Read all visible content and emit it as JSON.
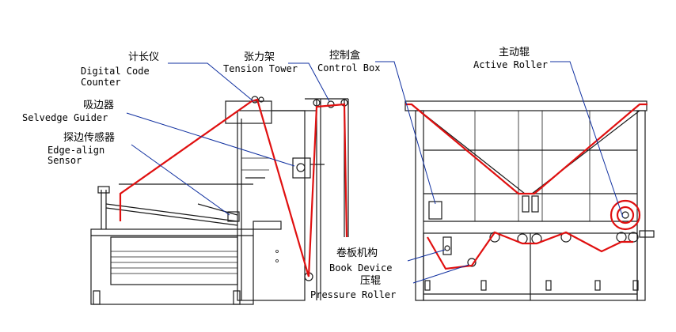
{
  "labels": {
    "digital_code_counter": {
      "zh": "计长仪",
      "en_line1": "Digital Code",
      "en_line2": "Counter"
    },
    "tension_tower": {
      "zh": "张力架",
      "en": "Tension Tower"
    },
    "control_box": {
      "zh": "控制盒",
      "en": "Control Box"
    },
    "active_roller": {
      "zh": "主动辊",
      "en": "Active Roller"
    },
    "selvedge_guider": {
      "zh": "吸边器",
      "en": "Selvedge Guider"
    },
    "edge_align_sensor": {
      "zh": "探边传感器",
      "en_line1": "Edge-align",
      "en_line2": "Sensor"
    },
    "book_device": {
      "zh": "卷板机构",
      "en": "Book Device"
    },
    "pressure_roller": {
      "zh": "压辊",
      "en": "Pressure Roller"
    }
  },
  "colors": {
    "fabric_path": "#e01010",
    "leader_lines": "#1030a0",
    "machine_lines": "#1a1a1a"
  }
}
